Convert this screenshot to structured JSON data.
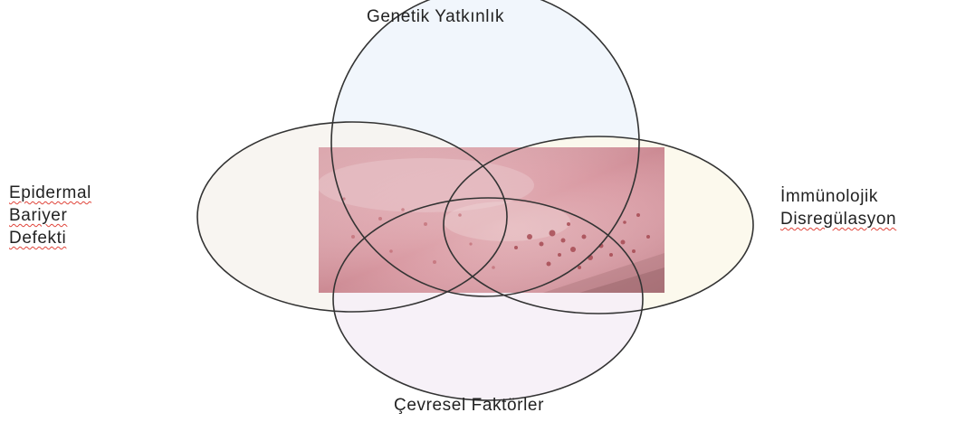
{
  "diagram": {
    "type": "venn",
    "sets": [
      {
        "id": "top",
        "label": "Genetik Yatkınlık",
        "fill": "#eef4fb"
      },
      {
        "id": "left",
        "label_lines": [
          "Epidermal",
          "Bariyer",
          "Defekti"
        ],
        "fill": "#f7f3ee"
      },
      {
        "id": "right",
        "label_lines": [
          "İmmünolojik",
          "Disregülasyon"
        ],
        "fill": "#fbf8ea"
      },
      {
        "id": "bottom",
        "label": "Çevresel Faktörler",
        "fill": "#f6eef7"
      }
    ],
    "center_image": "eczematous-skin-photo",
    "outline_color": "#333333",
    "spellcheck_underline_color": "#e0443a"
  }
}
